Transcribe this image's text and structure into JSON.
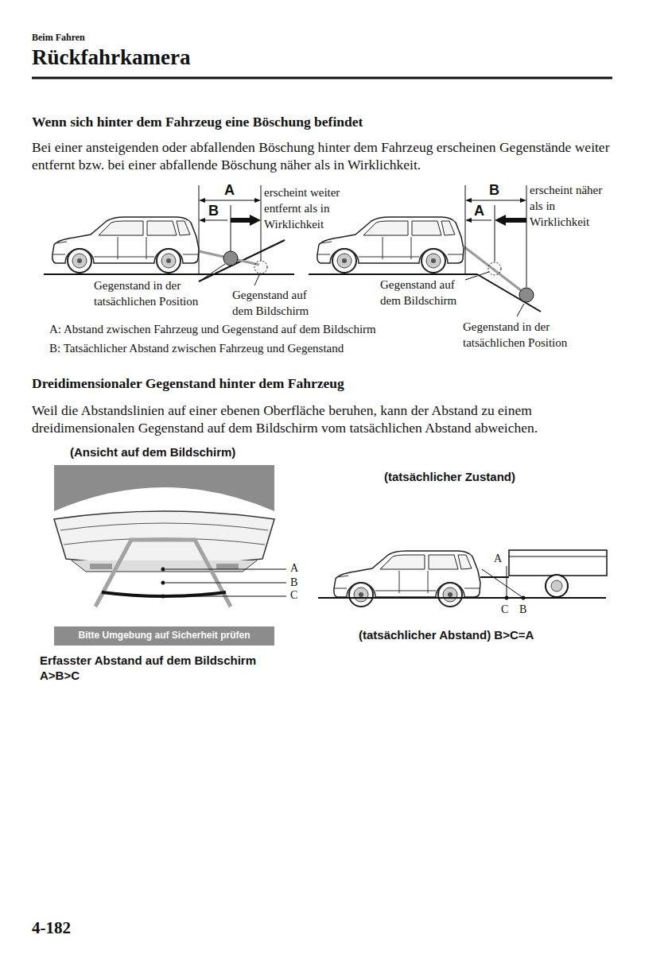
{
  "diagram": {
    "title": "Rückfahrkamera",
    "nodes": [
      {
        "text": [
          "Bitte Umgebung auf Sicherheit prüfen"
        ]
      }
    ],
    "labels": [
      "Beim Fahren",
      "Wenn sich hinter dem Fahrzeug eine Böschung befindet",
      "Bei einer ansteigenden oder abfallenden Böschung hinter dem Fahrzeug erscheinen Gegenstände weiter entfernt bzw. bei einer abfallende Böschung näher als in Wirklichkeit.",
      "A",
      "B",
      "erscheint weiter entfernt als in Wirklichkeit",
      "Gegenstand in der tatsächlichen Position",
      "Gegenstand auf dem Bildschirm",
      "B",
      "A",
      "erscheint näher als in Wirklichkeit",
      "Gegenstand auf dem Bildschirm",
      "Gegenstand in der tatsächlichen Position",
      "A: Abstand zwischen Fahrzeug und Gegenstand auf dem Bildschirm",
      "B: Tatsächlicher Abstand zwischen Fahrzeug und Gegenstand",
      "Dreidimensionaler Gegenstand hinter dem Fahrzeug",
      "Weil die Abstandslinien auf einer ebenen Oberfläche beruhen, kann der Abstand zu einem dreidimensionalen Gegenstand auf dem Bildschirm vom tatsächlichen Abstand abweichen.",
      "(Ansicht auf dem Bildschirm)",
      "A",
      "B",
      "C",
      "Erfasster Abstand auf dem Bildschirm A>B>C",
      "(tatsächlicher Zustand)",
      "A",
      "C",
      "B",
      "(tatsächlicher Abstand) B>C=A",
      "4-182"
    ]
  }
}
